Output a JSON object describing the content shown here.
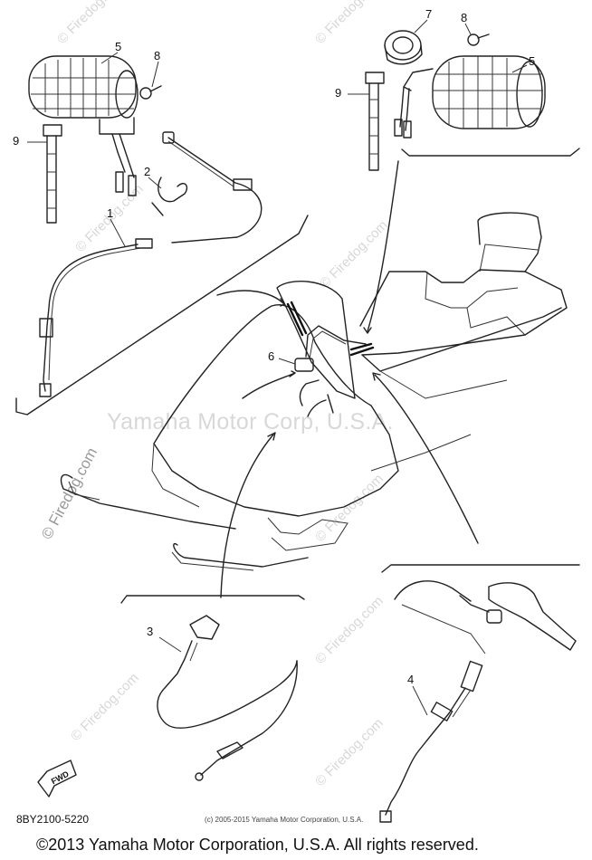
{
  "diagram": {
    "watermark_main": "Yamaha Motor Corp, U.S.A.",
    "watermark_side": "© Firedog.com",
    "watermark_small": "© Firedog.com",
    "fwd_label": "FWD",
    "part_number": "8BY2100-5220",
    "small_copyright": "(c) 2005-2015 Yamaha Motor Corporation, U.S.A.",
    "footer_copyright": "©2013 Yamaha Motor Corporation, U.S.A. All rights reserved.",
    "callouts": {
      "c1": "1",
      "c2": "2",
      "c3": "3",
      "c4": "4",
      "c5_left": "5",
      "c5_right": "5",
      "c6": "6",
      "c7": "7",
      "c8_left": "8",
      "c8_right": "8",
      "c9_left": "9",
      "c9_right": "9"
    }
  }
}
